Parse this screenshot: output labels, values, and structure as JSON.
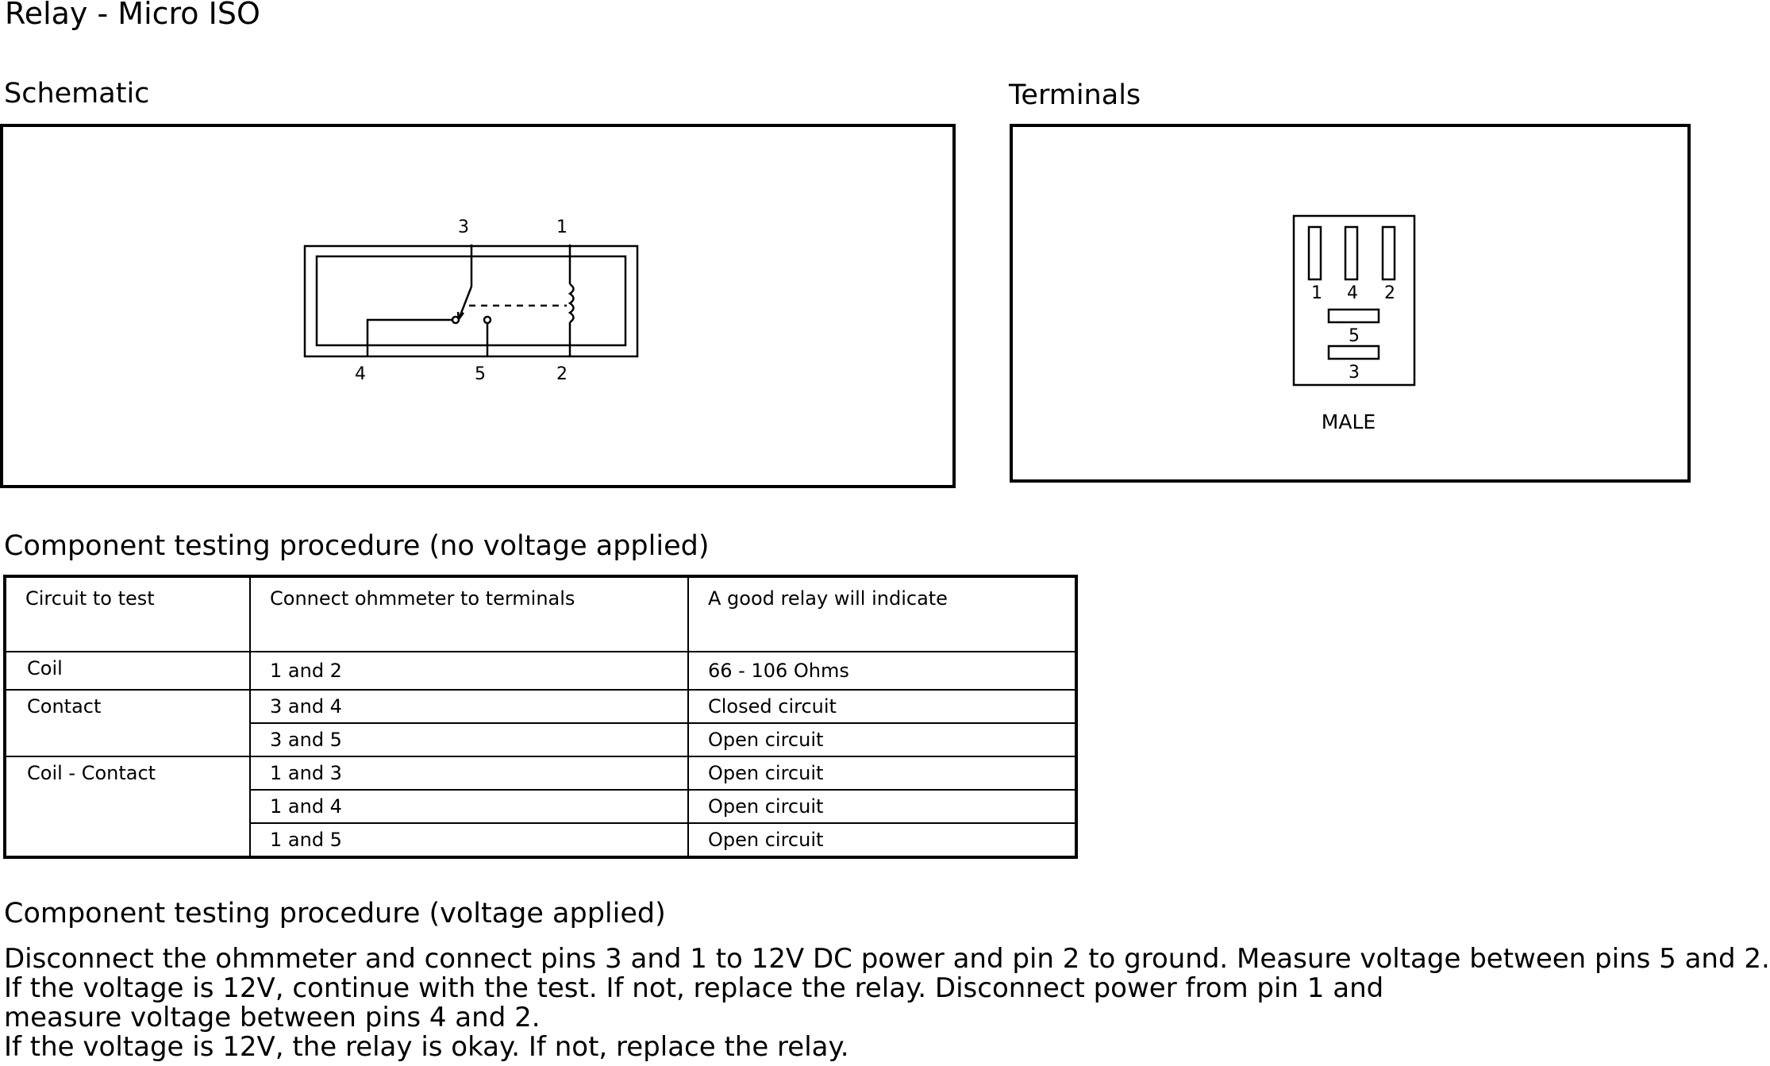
{
  "title": "Relay - Micro ISO",
  "schematic": {
    "label": "Schematic",
    "pins_top": [
      "3",
      "1"
    ],
    "pins_bottom": [
      "4",
      "5",
      "2"
    ]
  },
  "terminals": {
    "label": "Terminals",
    "top_pins": [
      "1",
      "4",
      "2"
    ],
    "middle_pin": "5",
    "bottom_pin": "3",
    "gender": "MALE"
  },
  "no_voltage": {
    "heading": "Component testing procedure (no voltage applied)",
    "columns": [
      "Circuit to test",
      "Connect ohmmeter to terminals",
      "A good relay will indicate"
    ],
    "groups": [
      {
        "circuit": "Coil",
        "rows": [
          {
            "terminals": "1 and 2",
            "result": "66 - 106 Ohms"
          }
        ]
      },
      {
        "circuit": "Contact",
        "rows": [
          {
            "terminals": "3 and 4",
            "result": "Closed circuit"
          },
          {
            "terminals": "3 and 5",
            "result": "Open circuit"
          }
        ]
      },
      {
        "circuit": "Coil - Contact",
        "rows": [
          {
            "terminals": "1 and 3",
            "result": "Open circuit"
          },
          {
            "terminals": "1 and 4",
            "result": "Open circuit"
          },
          {
            "terminals": "1 and 5",
            "result": "Open circuit"
          }
        ]
      }
    ]
  },
  "voltage": {
    "heading": "Component testing procedure (voltage applied)",
    "lines": [
      "Disconnect the ohmmeter and connect pins 3 and 1 to 12V DC power and pin 2 to ground. Measure voltage between pins 5 and 2.",
      "If the voltage is 12V, continue with the test. If not, replace the relay. Disconnect power from pin 1 and",
      "measure voltage between pins 4 and 2.",
      "If the voltage is 12V, the relay is okay. If not, replace the relay."
    ]
  }
}
